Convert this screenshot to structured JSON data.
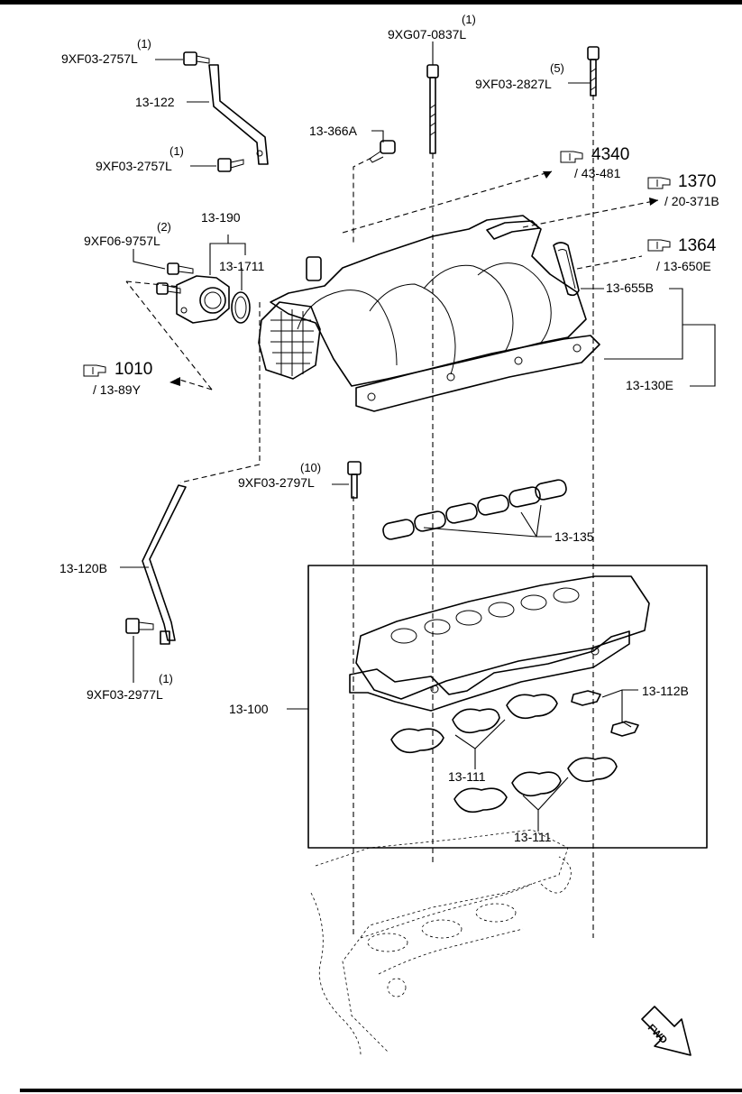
{
  "callouts": [
    {
      "id": "c1",
      "qty": "(1)",
      "part": "9XF03-2757L"
    },
    {
      "id": "c2",
      "qty": "",
      "part": "13-122"
    },
    {
      "id": "c3",
      "qty": "(1)",
      "part": "9XF03-2757L"
    },
    {
      "id": "c4",
      "qty": "(1)",
      "part": "9XG07-0837L"
    },
    {
      "id": "c5",
      "qty": "(5)",
      "part": "9XF03-2827L"
    },
    {
      "id": "c6",
      "qty": "",
      "part": "13-366A"
    },
    {
      "id": "c7",
      "qty": "",
      "part": "13-190"
    },
    {
      "id": "c8",
      "qty": "(2)",
      "part": "9XF06-9757L"
    },
    {
      "id": "c9",
      "qty": "",
      "part": "13-1711"
    },
    {
      "id": "c10",
      "qty": "",
      "part": "13-655B"
    },
    {
      "id": "c11",
      "qty": "",
      "part": "13-130E"
    },
    {
      "id": "c12",
      "qty": "(10)",
      "part": "9XF03-2797L"
    },
    {
      "id": "c13",
      "qty": "",
      "part": "13-135"
    },
    {
      "id": "c14",
      "qty": "",
      "part": "13-120B"
    },
    {
      "id": "c15",
      "qty": "(1)",
      "part": "9XF03-2977L"
    },
    {
      "id": "c16",
      "qty": "",
      "part": "13-100"
    },
    {
      "id": "c17",
      "qty": "",
      "part": "13-112B"
    },
    {
      "id": "c18",
      "qty": "",
      "part": "13-111"
    },
    {
      "id": "c19",
      "qty": "",
      "part": "13-111"
    }
  ],
  "references": [
    {
      "id": "r1",
      "page": "4340",
      "sub": "/ 43-481",
      "icon": "pointing-hand-icon"
    },
    {
      "id": "r2",
      "page": "1370",
      "sub": "/ 20-371B",
      "icon": "pointing-hand-icon"
    },
    {
      "id": "r3",
      "page": "1364",
      "sub": "/ 13-650E",
      "icon": "pointing-hand-icon"
    },
    {
      "id": "r4",
      "page": "1010",
      "sub": "/ 13-89Y",
      "icon": "pointing-hand-icon"
    }
  ],
  "fwd_label": "FWD"
}
